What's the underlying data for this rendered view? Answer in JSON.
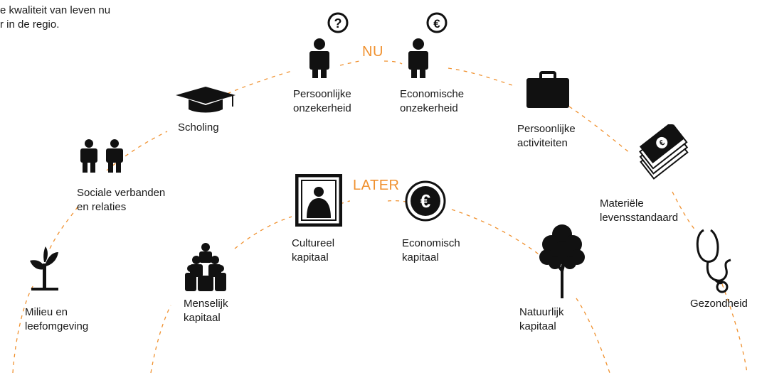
{
  "intro": "e kwaliteit van leven nu\nr in de regio.",
  "accent_color": "#f0912f",
  "tags": {
    "now": "NU",
    "later": "LATER"
  },
  "now_items": [
    {
      "label": "Persoonlijke\nonzekerheid",
      "icon": "person-question-icon"
    },
    {
      "label": "Economische\nonzekerheid",
      "icon": "person-euro-icon"
    },
    {
      "label": "Persoonlijke\nactiviteiten",
      "icon": "briefcase-icon"
    },
    {
      "label": "Materiële\nlevensstandaard",
      "icon": "banknotes-icon"
    },
    {
      "label": "Gezondheid",
      "icon": "stethoscope-icon"
    },
    {
      "label": "Scholing",
      "icon": "graduation-cap-icon"
    },
    {
      "label": "Sociale verbanden\nen relaties",
      "icon": "two-people-icon"
    },
    {
      "label": "Milieu en\nleefomgeving",
      "icon": "plant-icon"
    }
  ],
  "later_items": [
    {
      "label": "Cultureel\nkapitaal",
      "icon": "framed-portrait-icon"
    },
    {
      "label": "Economisch\nkapitaal",
      "icon": "euro-coin-icon"
    },
    {
      "label": "Menselijk\nkapitaal",
      "icon": "group-people-icon"
    },
    {
      "label": "Natuurlijk\nkapitaal",
      "icon": "tree-icon"
    }
  ]
}
